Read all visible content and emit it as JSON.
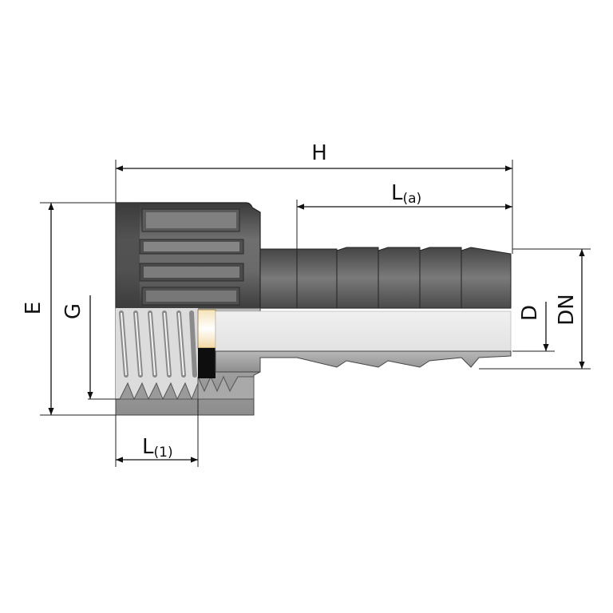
{
  "labels": {
    "H": "H",
    "La_main": "L",
    "La_sub": "(a)",
    "L1_main": "L",
    "L1_sub": "(1)",
    "E": "E",
    "G": "G",
    "D": "D",
    "DN": "DN"
  }
}
